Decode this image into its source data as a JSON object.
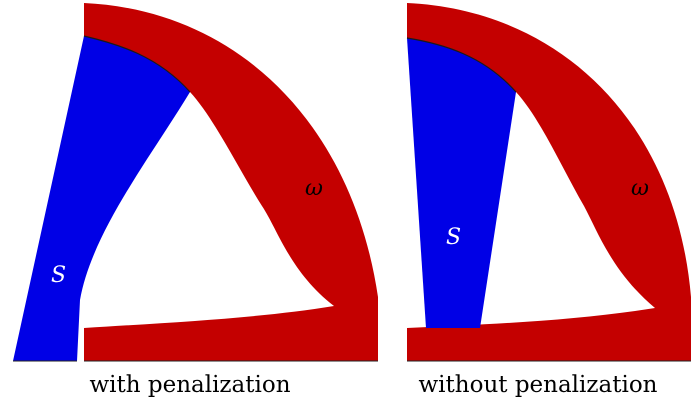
{
  "colors": {
    "structure": "#c40000",
    "subregion": "#0000e6",
    "label_on_blue": "#ffffff",
    "label_on_red": "#000000",
    "background": "#ffffff"
  },
  "panels": [
    {
      "caption": "with penalization",
      "subregion_label": "S",
      "domain_label": "ω"
    },
    {
      "caption": "without penalization",
      "subregion_label": "S",
      "domain_label": "ω"
    }
  ]
}
